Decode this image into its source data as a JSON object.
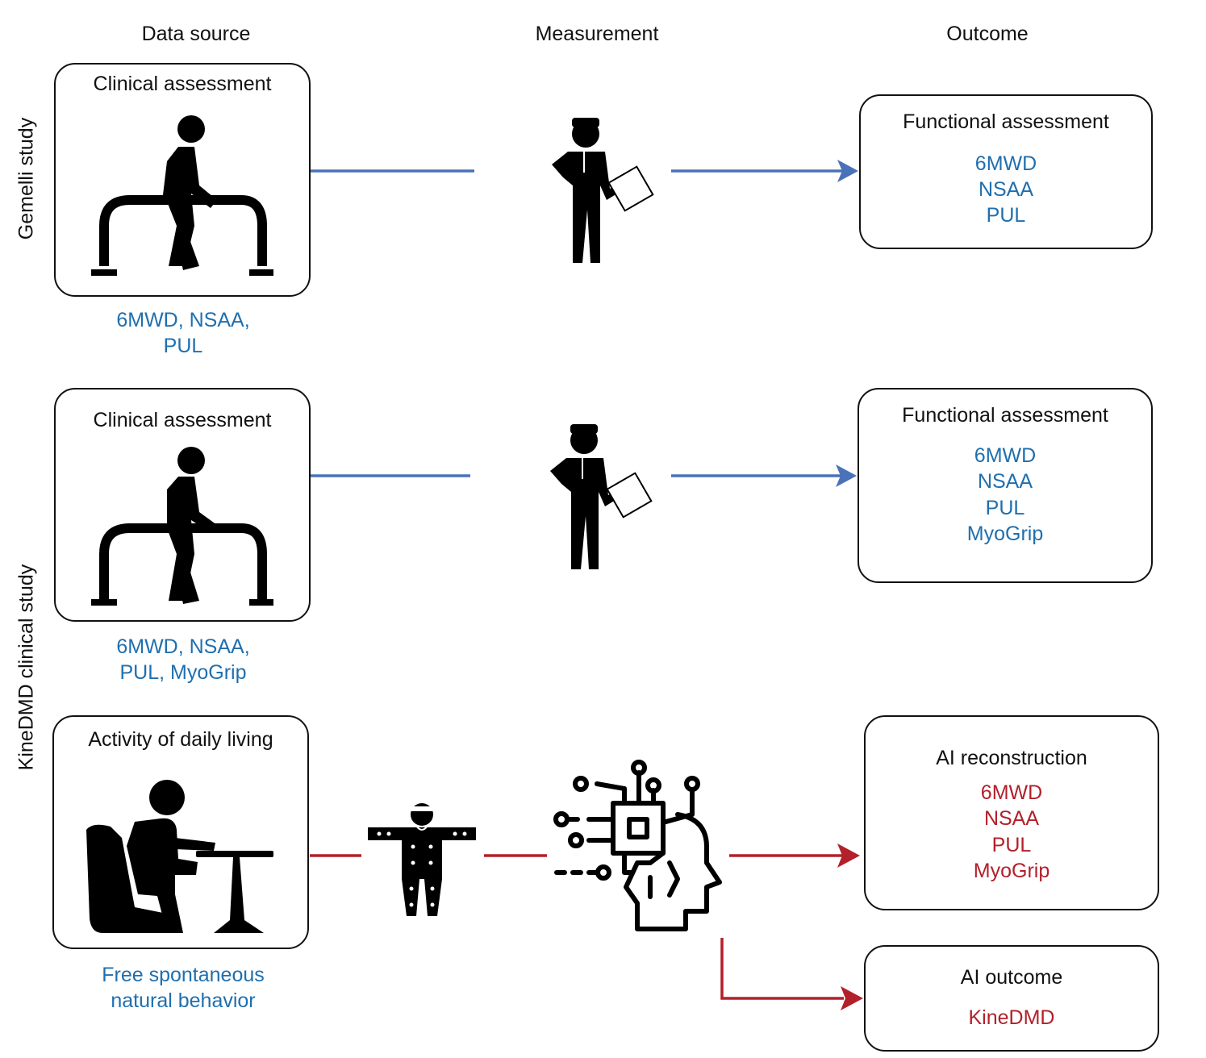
{
  "columns": {
    "data_source": "Data source",
    "measurement": "Measurement",
    "outcome": "Outcome"
  },
  "rows": {
    "gemelli": "Gemelli study",
    "kinedmd": "KineDMD clinical study"
  },
  "gemelli": {
    "source_title": "Clinical assessment",
    "source_caption_1": "6MWD, NSAA,",
    "source_caption_2": "PUL",
    "outcome_title": "Functional assessment",
    "outcome_metrics": [
      "6MWD",
      "NSAA",
      "PUL"
    ]
  },
  "kine_clinical": {
    "source_title": "Clinical assessment",
    "source_caption_1": "6MWD, NSAA,",
    "source_caption_2": "PUL, MyoGrip",
    "outcome_title": "Functional assessment",
    "outcome_metrics": [
      "6MWD",
      "NSAA",
      "PUL",
      "MyoGrip"
    ]
  },
  "kine_daily": {
    "source_title": "Activity of daily living",
    "source_caption_1": "Free spontaneous",
    "source_caption_2": "natural behavior",
    "reconstruction_title": "AI reconstruction",
    "reconstruction_metrics": [
      "6MWD",
      "NSAA",
      "PUL",
      "MyoGrip"
    ],
    "ai_outcome_title": "AI outcome",
    "ai_outcome_value": "KineDMD"
  },
  "colors": {
    "blue": "#4a72b8",
    "red": "#b3202a",
    "metric_blue": "#1f6fae"
  },
  "icons": [
    "walking-bars-icon",
    "clinician-clipboard-icon",
    "seated-person-icon",
    "bodysuit-sensors-icon",
    "ai-head-circuit-icon"
  ]
}
